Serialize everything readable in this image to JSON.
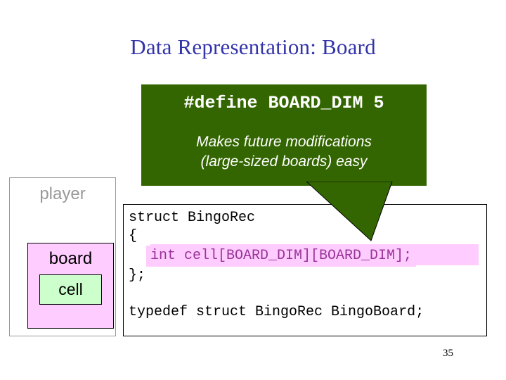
{
  "slide": {
    "title": "Data Representation: Board",
    "title_color": "#3333aa",
    "page_number": "35"
  },
  "callout": {
    "background_color": "#336600",
    "text_color": "#ffffff",
    "define_line": "#define BOARD_DIM 5",
    "note_line_1": "Makes future modifications",
    "note_line_2": "(large-sized boards) easy",
    "tail_icon": "callout-tail-icon"
  },
  "diagram": {
    "outer": {
      "label": "player",
      "label_color": "#999999",
      "background_color": "#ffffff",
      "border_color": "#999999"
    },
    "middle": {
      "label": "board",
      "label_color": "#000000",
      "background_color": "#ffccff",
      "border_color": "#000000"
    },
    "inner": {
      "label": "cell",
      "label_color": "#000000",
      "background_color": "#ccffcc",
      "border_color": "#000000"
    }
  },
  "code": {
    "border_color": "#000000",
    "background_color": "#ffffff",
    "highlight_color": "#ffccff",
    "highlight_text_color": "#993399",
    "lines": [
      "struct BingoRec",
      "{",
      "    int cell[BOARD_DIM][BOARD_DIM];",
      "};",
      "typedef struct BingoRec BingoBoard;"
    ],
    "line_1": "struct BingoRec",
    "line_2": "{",
    "line_3": "int cell[BOARD_DIM][BOARD_DIM];",
    "line_4": "};",
    "line_5": "typedef struct BingoRec BingoBoard;"
  }
}
